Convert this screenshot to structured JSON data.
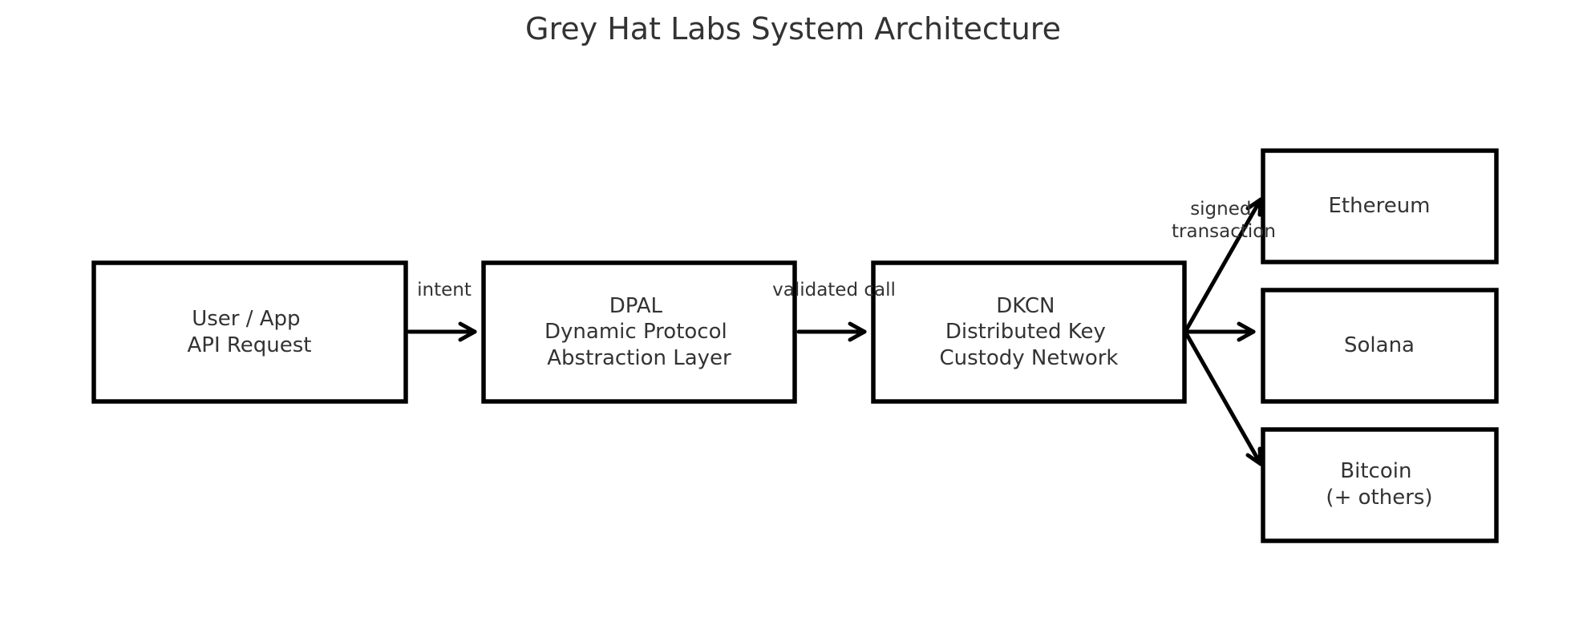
{
  "title": "Grey Hat Labs System Architecture",
  "nodes": {
    "user": {
      "lines": [
        "User / App",
        "API Request"
      ]
    },
    "dpal": {
      "lines": [
        "DPAL",
        "Dynamic Protocol",
        "Abstraction Layer"
      ]
    },
    "dkcn": {
      "lines": [
        "DKCN",
        "Distributed Key",
        "Custody Network"
      ]
    },
    "ethereum": {
      "lines": [
        "Ethereum"
      ]
    },
    "solana": {
      "lines": [
        "Solana"
      ]
    },
    "bitcoin": {
      "lines": [
        "Bitcoin",
        "(+ others)"
      ]
    }
  },
  "edges": {
    "user_to_dpal": {
      "label": [
        "intent"
      ]
    },
    "dpal_to_dkcn": {
      "label": [
        "validated call"
      ]
    },
    "dkcn_to_chains": {
      "label": [
        "signed",
        "transaction"
      ]
    }
  },
  "colors": {
    "stroke": "#000000",
    "text": "#333333",
    "background": "#ffffff"
  }
}
